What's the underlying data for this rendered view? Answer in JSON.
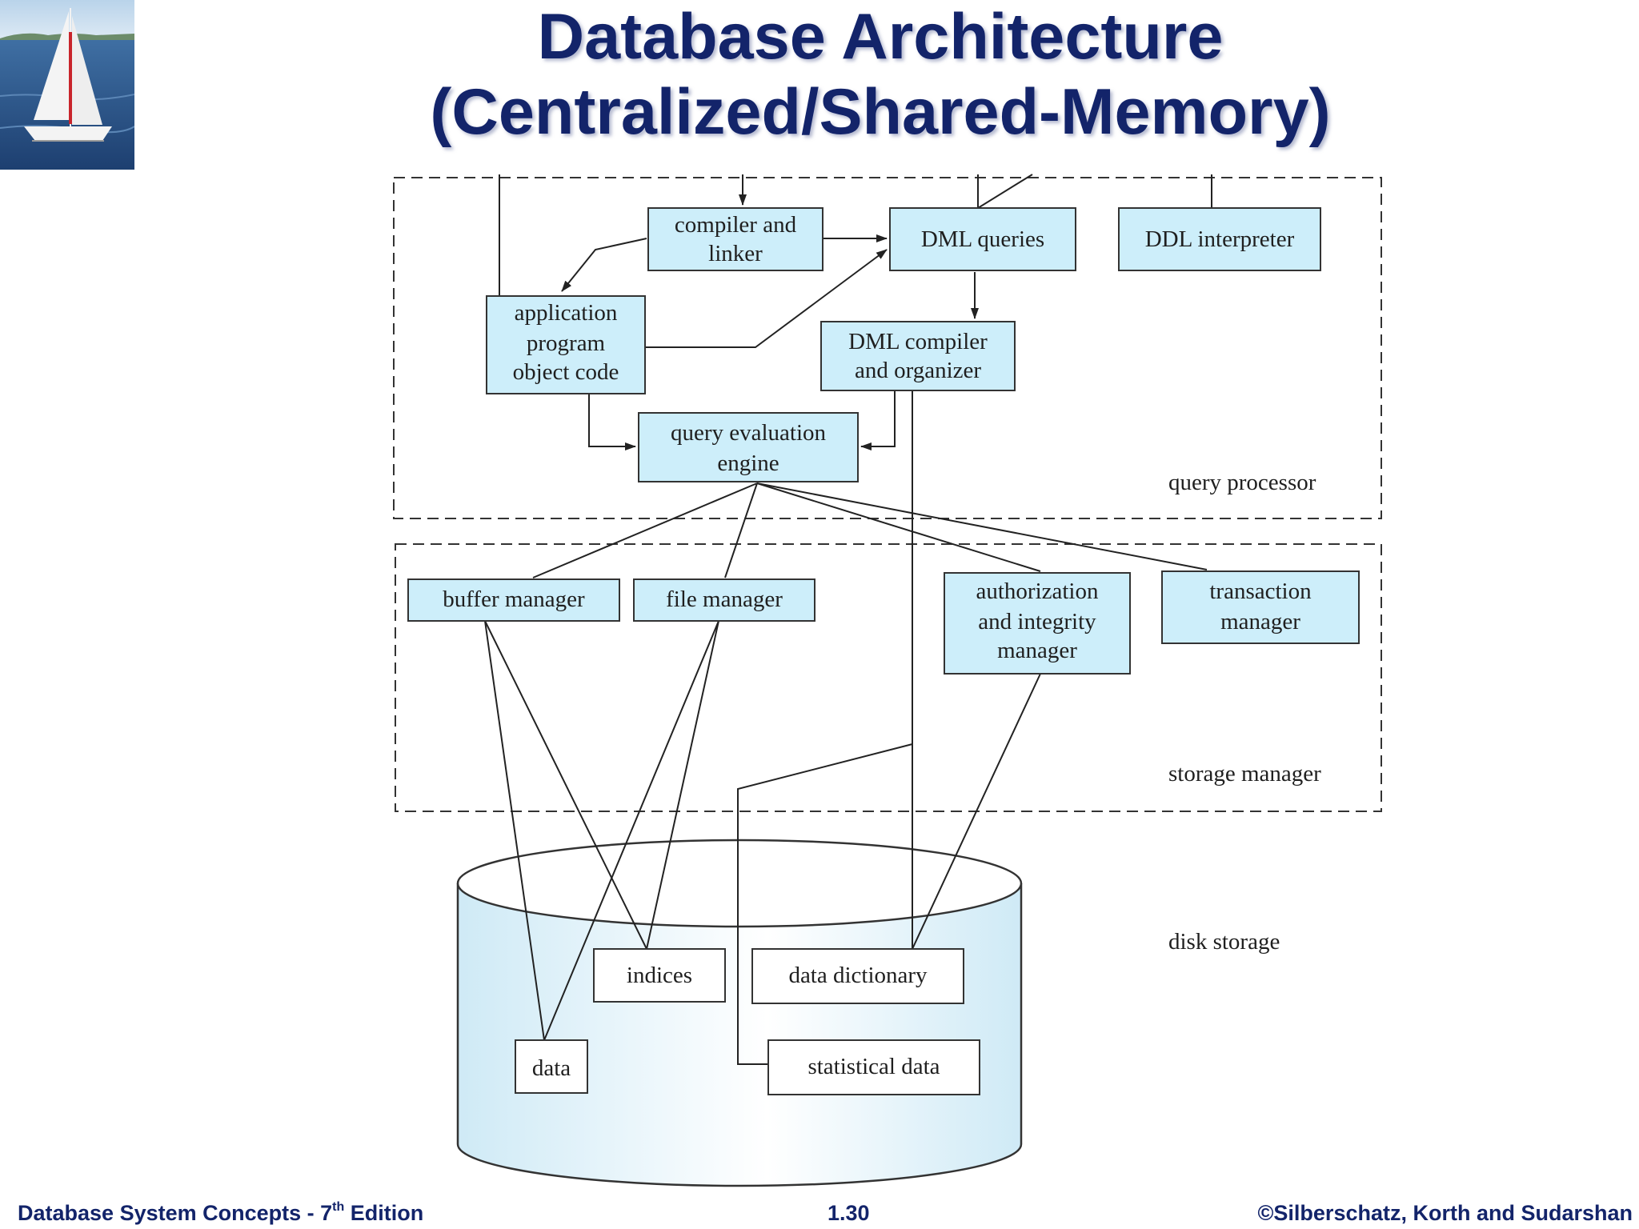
{
  "slide": {
    "title_line1": "Database Architecture",
    "title_line2": "(Centralized/Shared-Memory)"
  },
  "footer": {
    "left_prefix": "Database System Concepts - 7",
    "left_sup": "th",
    "left_suffix": " Edition",
    "page": "1.30",
    "right": "©Silberschatz, Korth and Sudarshan"
  },
  "diagram": {
    "regions": {
      "query_processor": "query processor",
      "storage_manager": "storage manager",
      "disk_storage": "disk storage"
    },
    "boxes": {
      "compiler_linker": [
        "compiler and",
        "linker"
      ],
      "dml_queries": "DML queries",
      "ddl_interpreter": "DDL interpreter",
      "app_object_code": [
        "application",
        "program",
        "object code"
      ],
      "dml_compiler": [
        "DML compiler",
        "and organizer"
      ],
      "query_eval": [
        "query evaluation",
        "engine"
      ],
      "buffer_manager": "buffer manager",
      "file_manager": "file manager",
      "auth_manager": [
        "authorization",
        "and integrity",
        "manager"
      ],
      "transaction_manager": [
        "transaction",
        "manager"
      ],
      "indices": "indices",
      "data_dictionary": "data dictionary",
      "data": "data",
      "statistical_data": "statistical data"
    },
    "colors": {
      "box_fill": "#cdeefa",
      "box_stroke": "#333333",
      "title": "#13246a"
    }
  }
}
